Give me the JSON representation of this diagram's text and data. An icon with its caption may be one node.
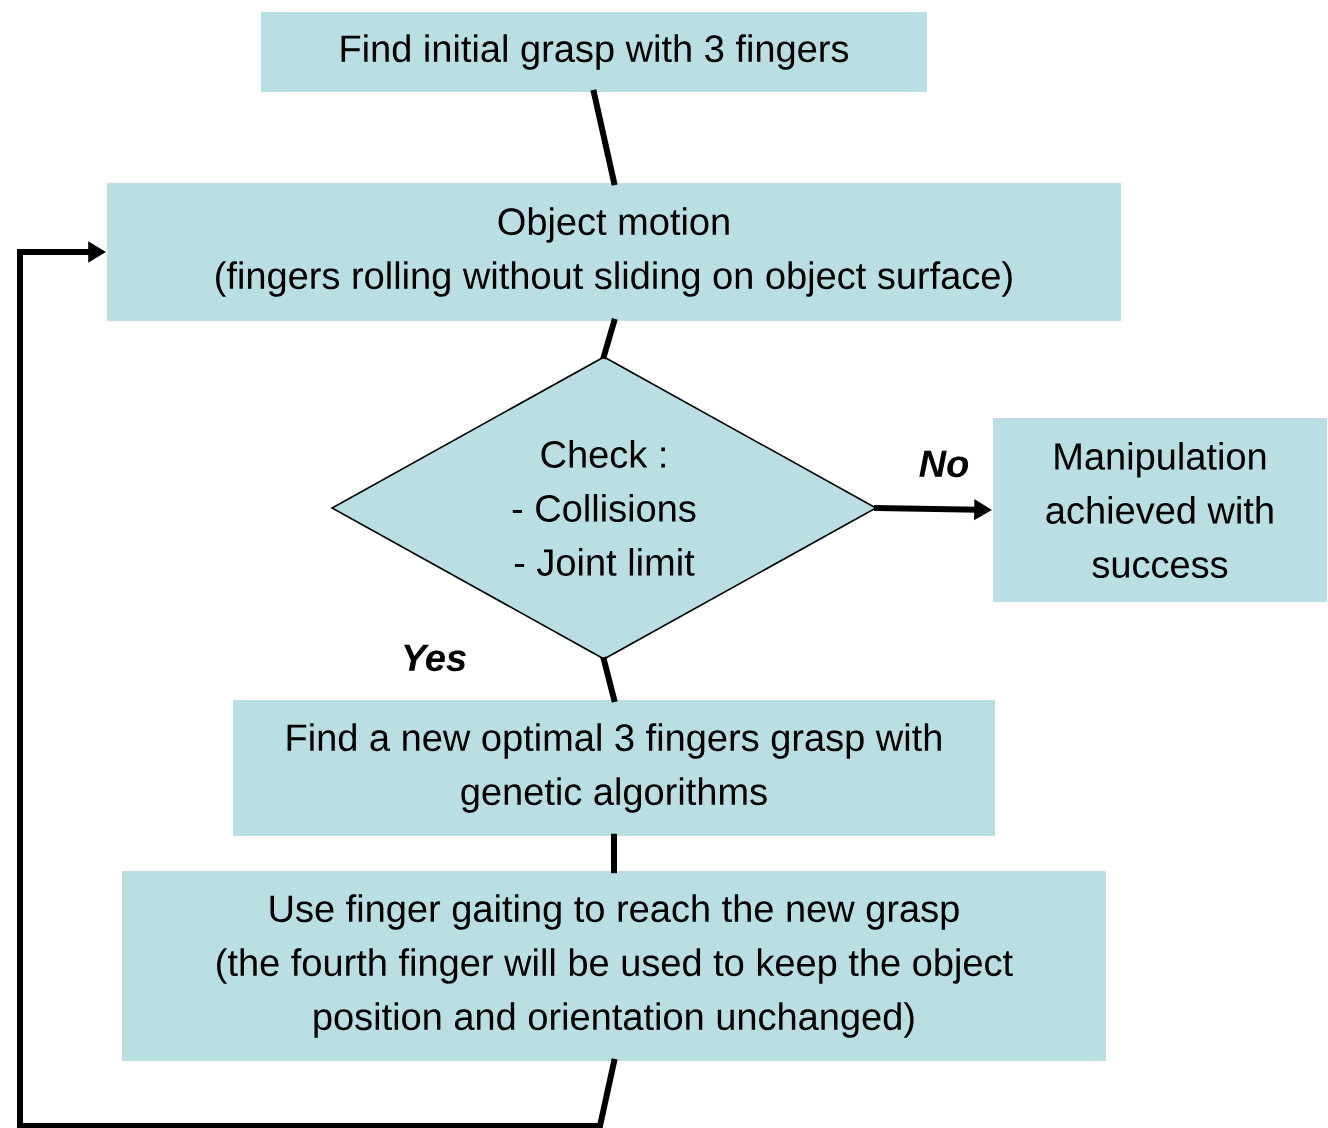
{
  "diagram": {
    "nodes": [
      {
        "text": [
          "Find initial grasp with 3 fingers"
        ]
      },
      {
        "text": [
          "Object motion",
          "(fingers rolling without sliding on object surface)"
        ]
      },
      {
        "text": [
          "Check :",
          "- Collisions",
          "- Joint limit"
        ]
      },
      {
        "text": [
          "Manipulation achieved with success"
        ]
      },
      {
        "text": [
          "Find a new optimal 3 fingers grasp with genetic algorithms"
        ]
      },
      {
        "text": [
          "Use finger gaiting to reach the new grasp",
          "(the fourth finger will be used to keep the object position and orientation unchanged)"
        ]
      }
    ],
    "edges": [
      {
        "from": 0,
        "to": 1,
        "arrow": "none"
      },
      {
        "from": 1,
        "to": 2,
        "arrow": "none"
      },
      {
        "from": 2,
        "to": 3,
        "arrow": "to",
        "label": "No"
      },
      {
        "from": 2,
        "to": 4,
        "arrow": "none",
        "label": "Yes"
      },
      {
        "from": 4,
        "to": 5,
        "arrow": "none"
      },
      {
        "from": 5,
        "to": 1,
        "arrow": "to"
      }
    ]
  }
}
